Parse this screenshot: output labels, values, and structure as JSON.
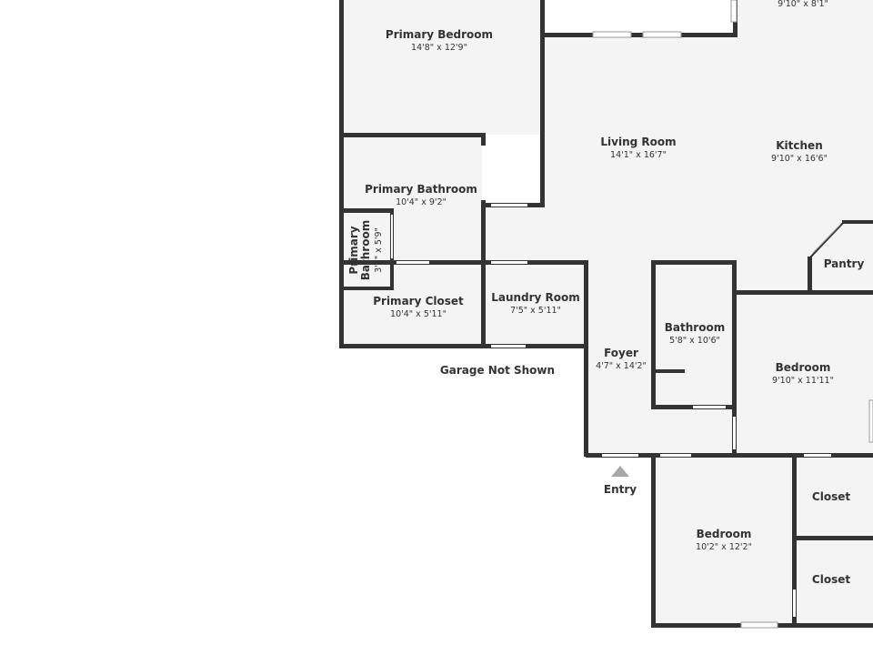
{
  "rooms": {
    "primary_bedroom": {
      "name": "Primary Bedroom",
      "dims": "14'8\" x 12'9\""
    },
    "top_right_room": {
      "dims": "9'10\" x 8'1\""
    },
    "living_room": {
      "name": "Living Room",
      "dims": "14'1\" x 16'7\""
    },
    "kitchen": {
      "name": "Kitchen",
      "dims": "9'10\" x 16'6\""
    },
    "primary_bathroom": {
      "name": "Primary Bathroom",
      "dims": "10'4\" x 9'2\""
    },
    "primary_bathroom_small": {
      "name_line1": "Primary",
      "name_line2": "Bathroom",
      "dims": "3'5\" x 5'9\""
    },
    "pantry": {
      "name": "Pantry"
    },
    "laundry_room": {
      "name": "Laundry Room",
      "dims": "7'5\" x 5'11\""
    },
    "primary_closet": {
      "name": "Primary Closet",
      "dims": "10'4\" x 5'11\""
    },
    "bathroom": {
      "name": "Bathroom",
      "dims": "5'8\" x 10'6\""
    },
    "bedroom_right": {
      "name": "Bedroom",
      "dims": "9'10\" x 11'11\""
    },
    "foyer": {
      "name": "Foyer",
      "dims": "4'7\" x 14'2\""
    },
    "bedroom_bottom": {
      "name": "Bedroom",
      "dims": "10'2\" x 12'2\""
    },
    "closet_upper": {
      "name": "Closet"
    },
    "closet_lower": {
      "name": "Closet"
    }
  },
  "notes": {
    "garage": "Garage Not Shown",
    "entry": "Entry"
  }
}
